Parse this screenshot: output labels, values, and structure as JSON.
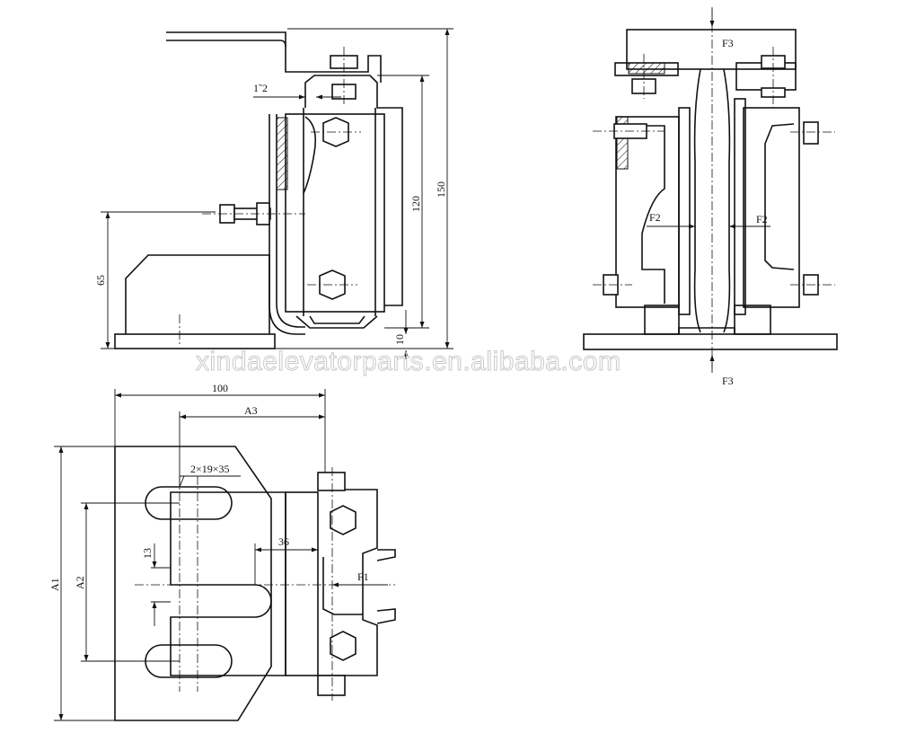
{
  "labels": {
    "dim_1x2": "1˜2",
    "dim_120": "120",
    "dim_150": "150",
    "dim_65": "65",
    "dim_10": "10",
    "dim_100": "100",
    "dim_a3": "A3",
    "dim_slot": "2×19×35",
    "dim_13": "13",
    "dim_36": "36",
    "dim_a1": "A1",
    "dim_a2": "A2",
    "force_f1": "F1",
    "force_f2_left": "F2",
    "force_f2_right": "F2",
    "force_f3_top": "F3",
    "force_f3_bottom": "F3"
  },
  "watermark": "xindaelevatorparts.en.alibaba.com"
}
